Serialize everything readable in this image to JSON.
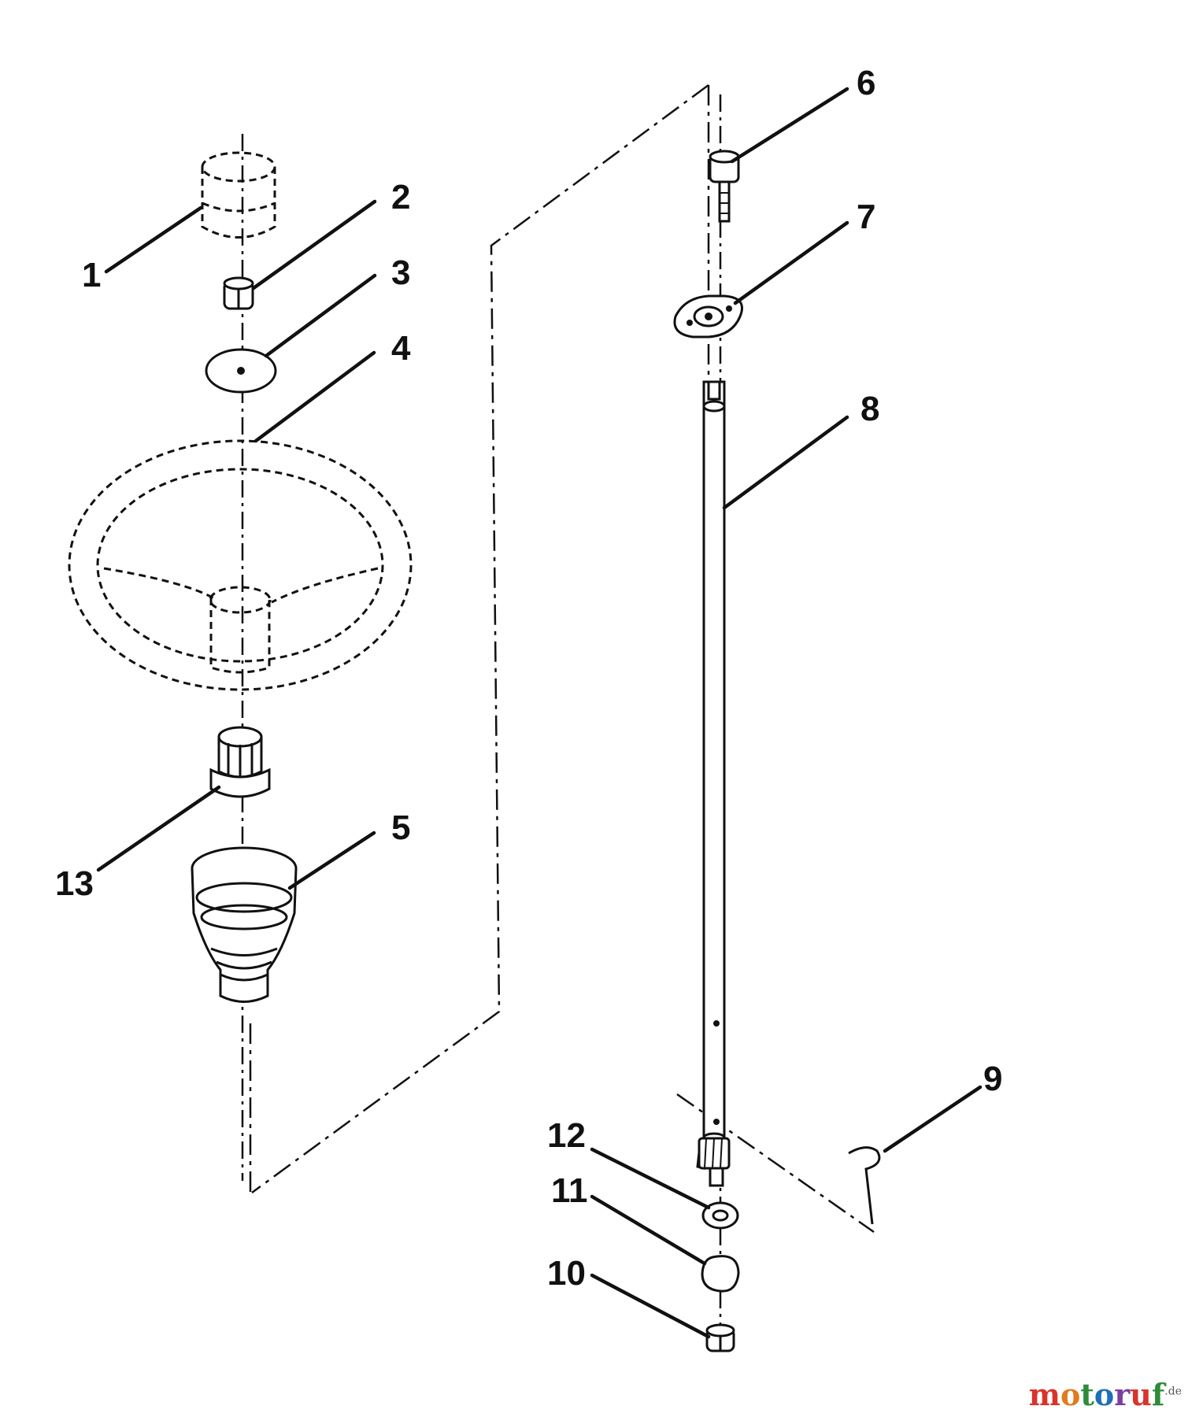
{
  "callouts": {
    "c1": "1",
    "c2": "2",
    "c3": "3",
    "c4": "4",
    "c5": "5",
    "c6": "6",
    "c7": "7",
    "c8": "8",
    "c9": "9",
    "c10": "10",
    "c11": "11",
    "c12": "12",
    "c13": "13"
  },
  "watermark": {
    "letters": [
      "m",
      "o",
      "t",
      "o",
      "r",
      "u",
      "f"
    ],
    "letter_colors": [
      "#d9342b",
      "#e07b1f",
      "#2e8b3a",
      "#1f6fb8",
      "#7a3fa0",
      "#d9342b",
      "#2e8b3a"
    ],
    "tld": ".de"
  }
}
